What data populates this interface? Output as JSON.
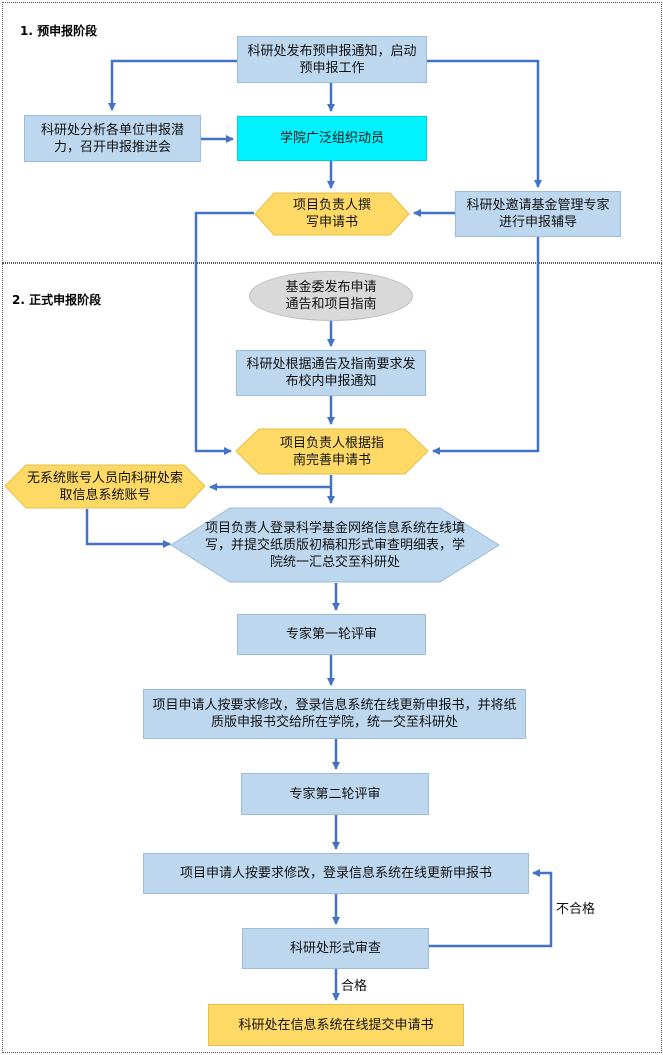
{
  "sections": [
    {
      "title": "1. 预申报阶段"
    },
    {
      "title": "2. 正式申报阶段"
    }
  ],
  "nodes": {
    "n1": "科研处发布预申报通知，启动预申报工作",
    "n2": "科研处分析各单位申报潜力，召开申报推进会",
    "n3": "学院广泛组织动员",
    "n4": "项目负责人撰写申请书",
    "n5": "科研处邀请基金管理专家进行申报辅导",
    "n6": "基金委发布申请通告和项目指南",
    "n7": "科研处根据通告及指南要求发布校内申报通知",
    "n8": "项目负责人根据指南完善申请书",
    "n9": "无系统账号人员向科研处索取信息系统账号",
    "n10": "项目负责人登录科学基金网络信息系统在线填写，并提交纸质版初稿和形式审查明细表，学院统一汇总交至科研处",
    "n11": "专家第一轮评审",
    "n12": "项目申请人按要求修改，登录信息系统在线更新申报书，并将纸质版申报书交给所在学院，统一交至科研处",
    "n13": "专家第二轮评审",
    "n14": "项目申请人按要求修改，登录信息系统在线更新申报书",
    "n15": "科研处形式审查",
    "n16": "科研处在信息系统在线提交申请书"
  },
  "edge_labels": {
    "fail": "不合格",
    "pass": "合格"
  },
  "colors": {
    "process": "#bdd7ee",
    "highlight": "#00f2ff",
    "decision": "#ffd966",
    "terminator": "#d9d9d9",
    "arrow": "#4472c4"
  }
}
